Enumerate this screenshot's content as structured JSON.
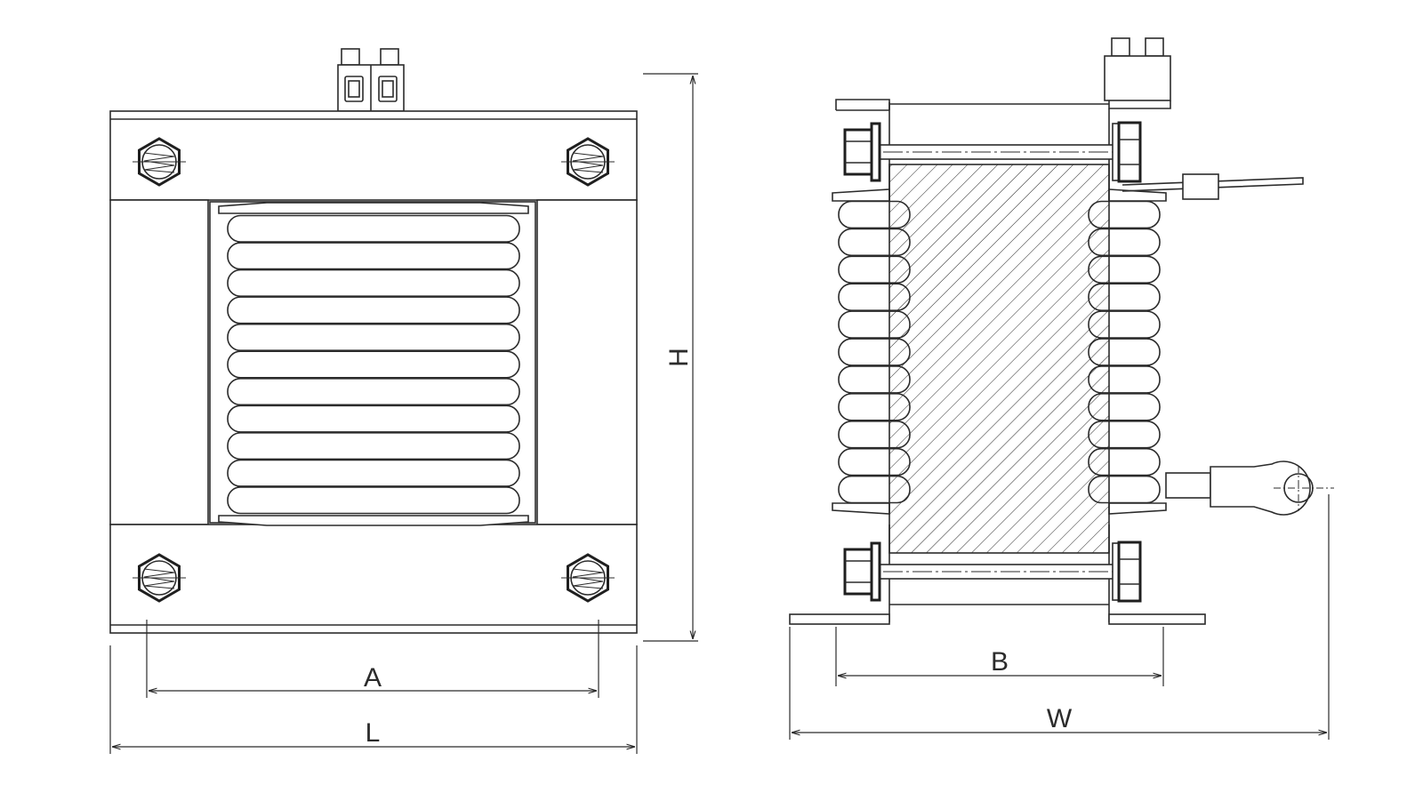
{
  "dimensions": {
    "A": "A",
    "L": "L",
    "H": "H",
    "B": "B",
    "W": "W"
  },
  "colors": {
    "line": "#2b2b2b",
    "background": "#ffffff"
  },
  "views": {
    "front": {
      "coil_turns": 11,
      "bolt_count": 4,
      "terminal_count": 2
    },
    "side": {
      "winding_segments": 11,
      "bolt_rods": 2
    }
  }
}
